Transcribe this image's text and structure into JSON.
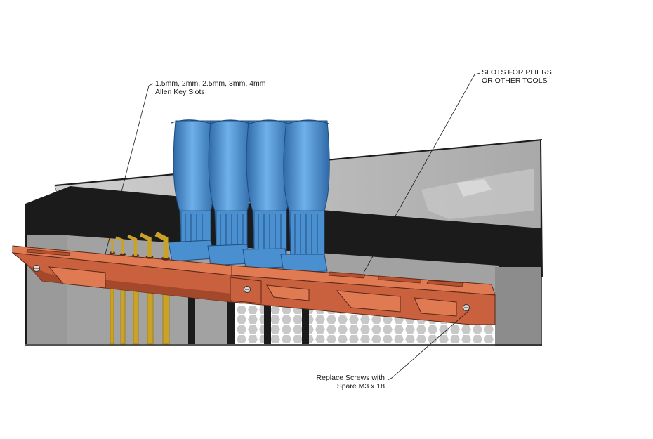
{
  "annotations": {
    "allen_keys": {
      "line1": "1.5mm, 2mm, 2.5mm, 3mm, 4mm",
      "line2": "Allen Key Slots"
    },
    "pliers": {
      "line1": "SLOTS FOR PLIERS",
      "line2": "OR OTHER TOOLS"
    },
    "screws": {
      "line1": "Replace Screws with",
      "line2": "Spare M3 x 18"
    }
  },
  "colors": {
    "holder": "#c9603e",
    "holder_dark": "#a4482c",
    "slot_inner": "#e07a52",
    "handles": "#4a8fd0",
    "handles_dark": "#2f6aa8",
    "brass": "#c9a227",
    "brass_dark": "#9b7a14",
    "printer_body": "#1b1b1b",
    "glass": "#b7b7b7",
    "frame": "#8c8c8c"
  },
  "icons": [
    "screw-icon"
  ]
}
